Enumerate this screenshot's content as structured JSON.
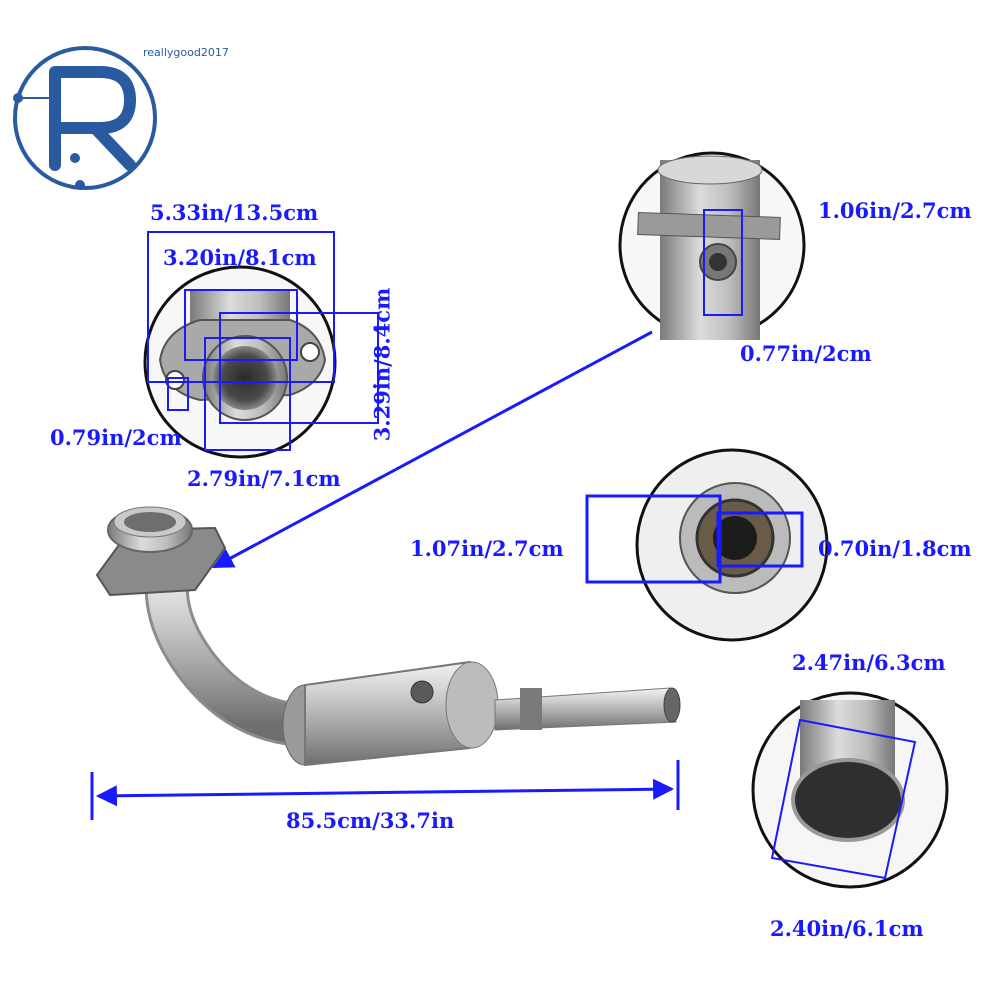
{
  "brand": {
    "logo_letter": "R",
    "text": "reallygood2017",
    "color": "#2a5aa0"
  },
  "accent_color": "#1a1aff",
  "dimensions": {
    "inlet_flange_width": "5.33in/13.5cm",
    "inlet_bolt_spacing": "3.20in/8.1cm",
    "inlet_flange_height": "3.29in/8.4cm",
    "inlet_bolt_hole": "0.79in/2cm",
    "inlet_pipe_diameter": "2.79in/7.1cm",
    "sensor_bung_outer": "1.06in/2.7cm",
    "sensor_bung_inner": "0.77in/2cm",
    "second_bung_outer": "1.07in/2.7cm",
    "second_bung_inner": "0.70in/1.8cm",
    "outlet_outer_diameter": "2.47in/6.3cm",
    "outlet_inner_diameter": "2.40in/6.1cm",
    "overall_length": "85.5cm/33.7in"
  }
}
